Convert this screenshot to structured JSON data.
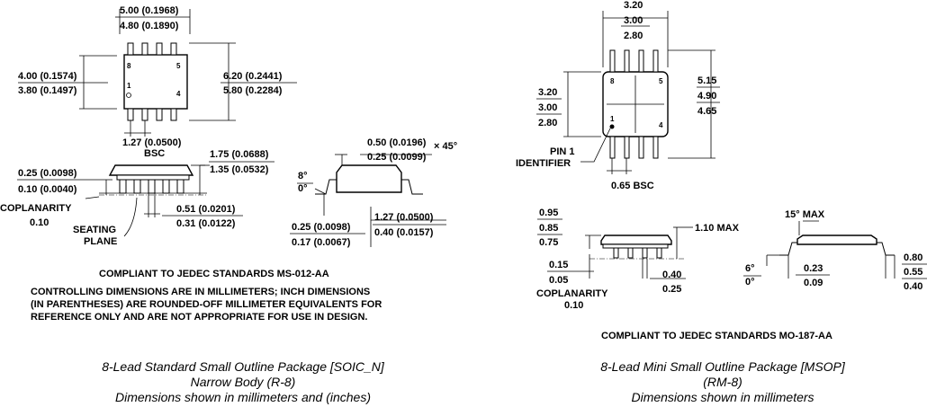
{
  "soic": {
    "dim_width_max": "5.00 (0.1968)",
    "dim_width_min": "4.80 (0.1890)",
    "dim_body_max": "4.00 (0.1574)",
    "dim_body_min": "3.80 (0.1497)",
    "dim_span_max": "6.20 (0.2441)",
    "dim_span_min": "5.80 (0.2284)",
    "pin8": "8",
    "pin5": "5",
    "pin1": "1",
    "pin4": "4",
    "pitch": "1.27 (0.0500)",
    "pitch_note": "BSC",
    "height_max": "1.75 (0.0688)",
    "height_min": "1.35 (0.0532)",
    "standoff_max": "0.25 (0.0098)",
    "standoff_min": "0.10 (0.0040)",
    "coplanarity_label": "COPLANARITY",
    "coplanarity_value": "0.10",
    "seating_plane_1": "SEATING",
    "seating_plane_2": "PLANE",
    "lead_width_max": "0.51 (0.0201)",
    "lead_width_min": "0.31 (0.0122)",
    "chamfer_max": "0.50 (0.0196)",
    "chamfer_min": "0.25 (0.0099)",
    "chamfer_angle": "× 45°",
    "angle_max": "8°",
    "angle_min": "0°",
    "thick_max": "0.25 (0.0098)",
    "thick_min": "0.17 (0.0067)",
    "foot_max": "1.27 (0.0500)",
    "foot_min": "0.40 (0.0157)",
    "jedec": "COMPLIANT TO JEDEC STANDARDS MS-012-AA",
    "note_1": "CONTROLLING DIMENSIONS ARE IN MILLIMETERS; INCH DIMENSIONS",
    "note_2": "(IN PARENTHESES) ARE ROUNDED-OFF MILLIMETER EQUIVALENTS FOR",
    "note_3": "REFERENCE ONLY AND ARE NOT APPROPRIATE FOR USE IN DESIGN.",
    "caption_1": "8-Lead Standard Small Outline Package [SOIC_N]",
    "caption_2": "Narrow Body (R-8)",
    "caption_3": "Dimensions shown in millimeters and (inches)"
  },
  "msop": {
    "width_max": "3.20",
    "width_nom": "3.00",
    "width_min": "2.80",
    "side_max": "3.20",
    "side_nom": "3.00",
    "side_min": "2.80",
    "span_max": "5.15",
    "span_nom": "4.90",
    "span_min": "4.65",
    "pin8": "8",
    "pin5": "5",
    "pin1": "1",
    "pin4": "4",
    "pin1_id_1": "PIN 1",
    "pin1_id_2": "IDENTIFIER",
    "pitch": "0.65 BSC",
    "height_max": "0.95",
    "height_nom": "0.85",
    "height_min": "0.75",
    "max_height": "1.10 MAX",
    "angle_top": "15° MAX",
    "standoff_max": "0.15",
    "standoff_min": "0.05",
    "coplanarity_label": "COPLANARITY",
    "coplanarity_value": "0.10",
    "lead_w_max": "0.40",
    "lead_w_min": "0.25",
    "angle_max": "6°",
    "angle_min": "0°",
    "thick_max": "0.23",
    "thick_min": "0.09",
    "foot_max": "0.80",
    "foot_nom": "0.55",
    "foot_min": "0.40",
    "jedec": "COMPLIANT TO JEDEC STANDARDS MO-187-AA",
    "caption_1": "8-Lead Mini Small Outline Package [MSOP]",
    "caption_2": "(RM-8)",
    "caption_3": "Dimensions shown in millimeters"
  }
}
